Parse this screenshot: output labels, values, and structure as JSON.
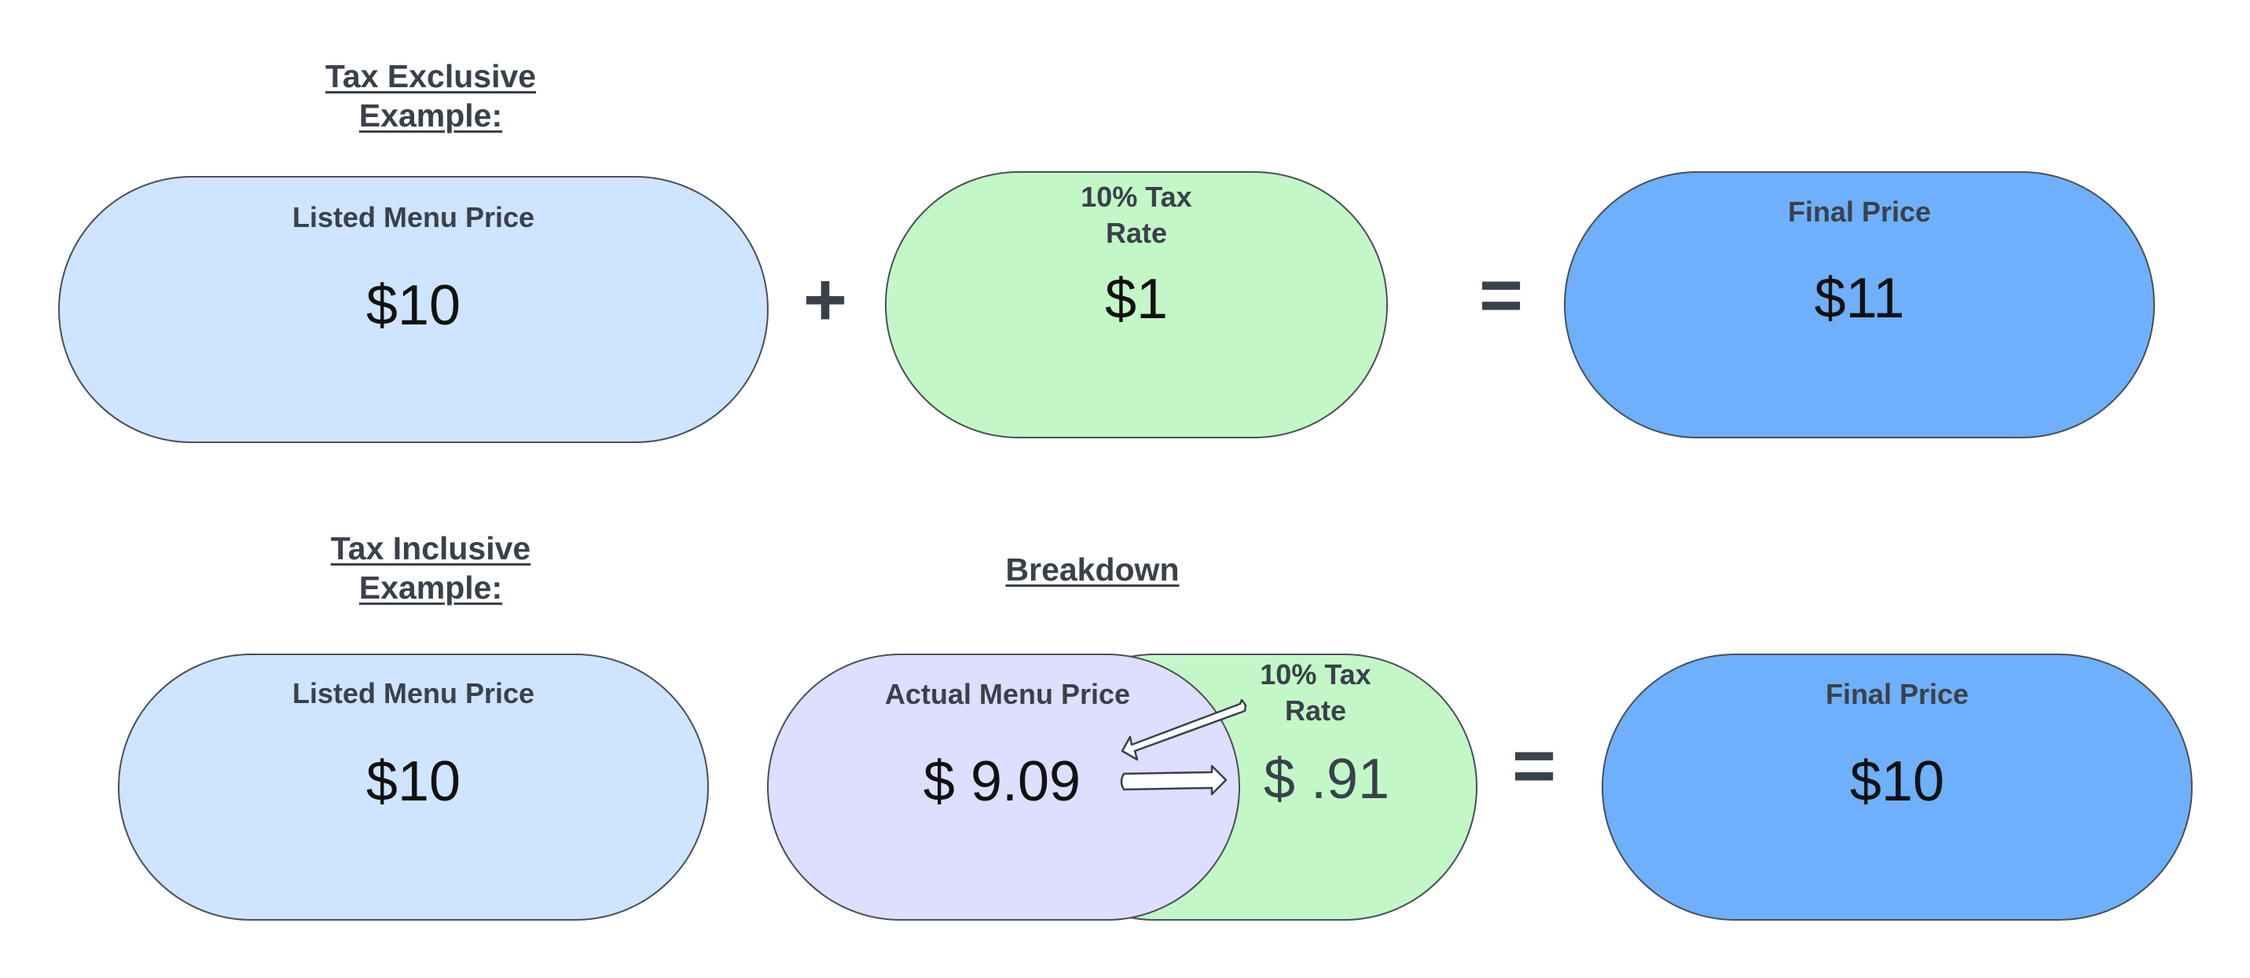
{
  "tax_exclusive": {
    "heading": "Tax Exclusive\nExample:",
    "listed_label": "Listed Menu Price",
    "listed_value": "$10",
    "plus": "+",
    "tax_label": "10% Tax\nRate",
    "tax_value": "$1",
    "equals": "=",
    "final_label": "Final Price",
    "final_value": "$11"
  },
  "tax_inclusive": {
    "heading": "Tax Inclusive\nExample:",
    "listed_label": "Listed Menu Price",
    "listed_value": "$10",
    "breakdown_heading": "Breakdown",
    "actual_label": "Actual Menu Price",
    "actual_value": "$ 9.09",
    "tax_label": "10% Tax\nRate",
    "tax_value": "$ .91",
    "equals": "=",
    "final_label": "Final Price",
    "final_value": "$10"
  },
  "colors": {
    "light_blue": "#cfe4ff",
    "green": "#c3f7c8",
    "blue": "#6eb0fb",
    "lavender": "#dedefe",
    "text_dark": "#3a414a"
  }
}
